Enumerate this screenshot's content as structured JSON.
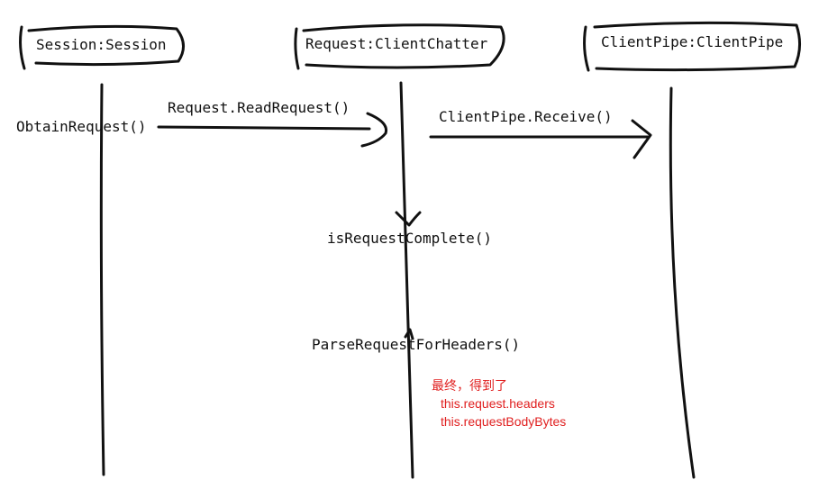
{
  "participants": [
    {
      "label": "Session:Session"
    },
    {
      "label": "Request:ClientChatter"
    },
    {
      "label": "ClientPipe:ClientPipe"
    }
  ],
  "messages": [
    {
      "label": "ObtainRequest()"
    },
    {
      "label": "Request.ReadRequest()"
    },
    {
      "label": "ClientPipe.Receive()"
    },
    {
      "label": "isRequestComplete()"
    },
    {
      "label": "ParseRequestForHeaders()"
    }
  ],
  "note": {
    "lines": [
      "最终，得到了",
      "this.request.headers",
      "this.requestBodyBytes"
    ],
    "color": "#e02020"
  }
}
